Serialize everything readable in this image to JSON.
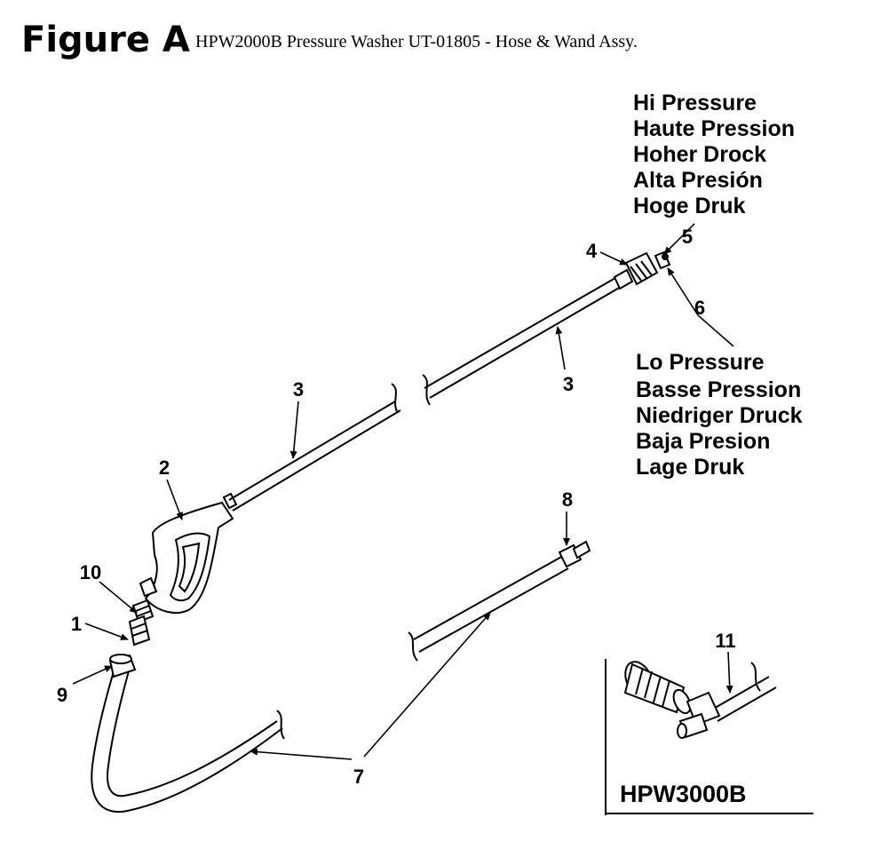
{
  "header": {
    "figure_label": "Figure A",
    "subtitle": "HPW2000B Pressure Washer UT-01805 - Hose & Wand Assy."
  },
  "hi_pressure_labels": [
    "Hi Pressure",
    "Haute Pression",
    "Hoher Drock",
    "Alta Presión",
    "Hoge Druk"
  ],
  "lo_pressure_labels": [
    "Lo Pressure",
    "Basse Pression",
    "Niedriger  Druck",
    "Baja Presion",
    "Lage Druk"
  ],
  "callouts": {
    "c1": "1",
    "c2": "2",
    "c3a": "3",
    "c3b": "3",
    "c4": "4",
    "c5": "5",
    "c6": "6",
    "c7": "7",
    "c8": "8",
    "c9": "9",
    "c10": "10",
    "c11": "11"
  },
  "inset": {
    "model_label": "HPW3000B"
  }
}
